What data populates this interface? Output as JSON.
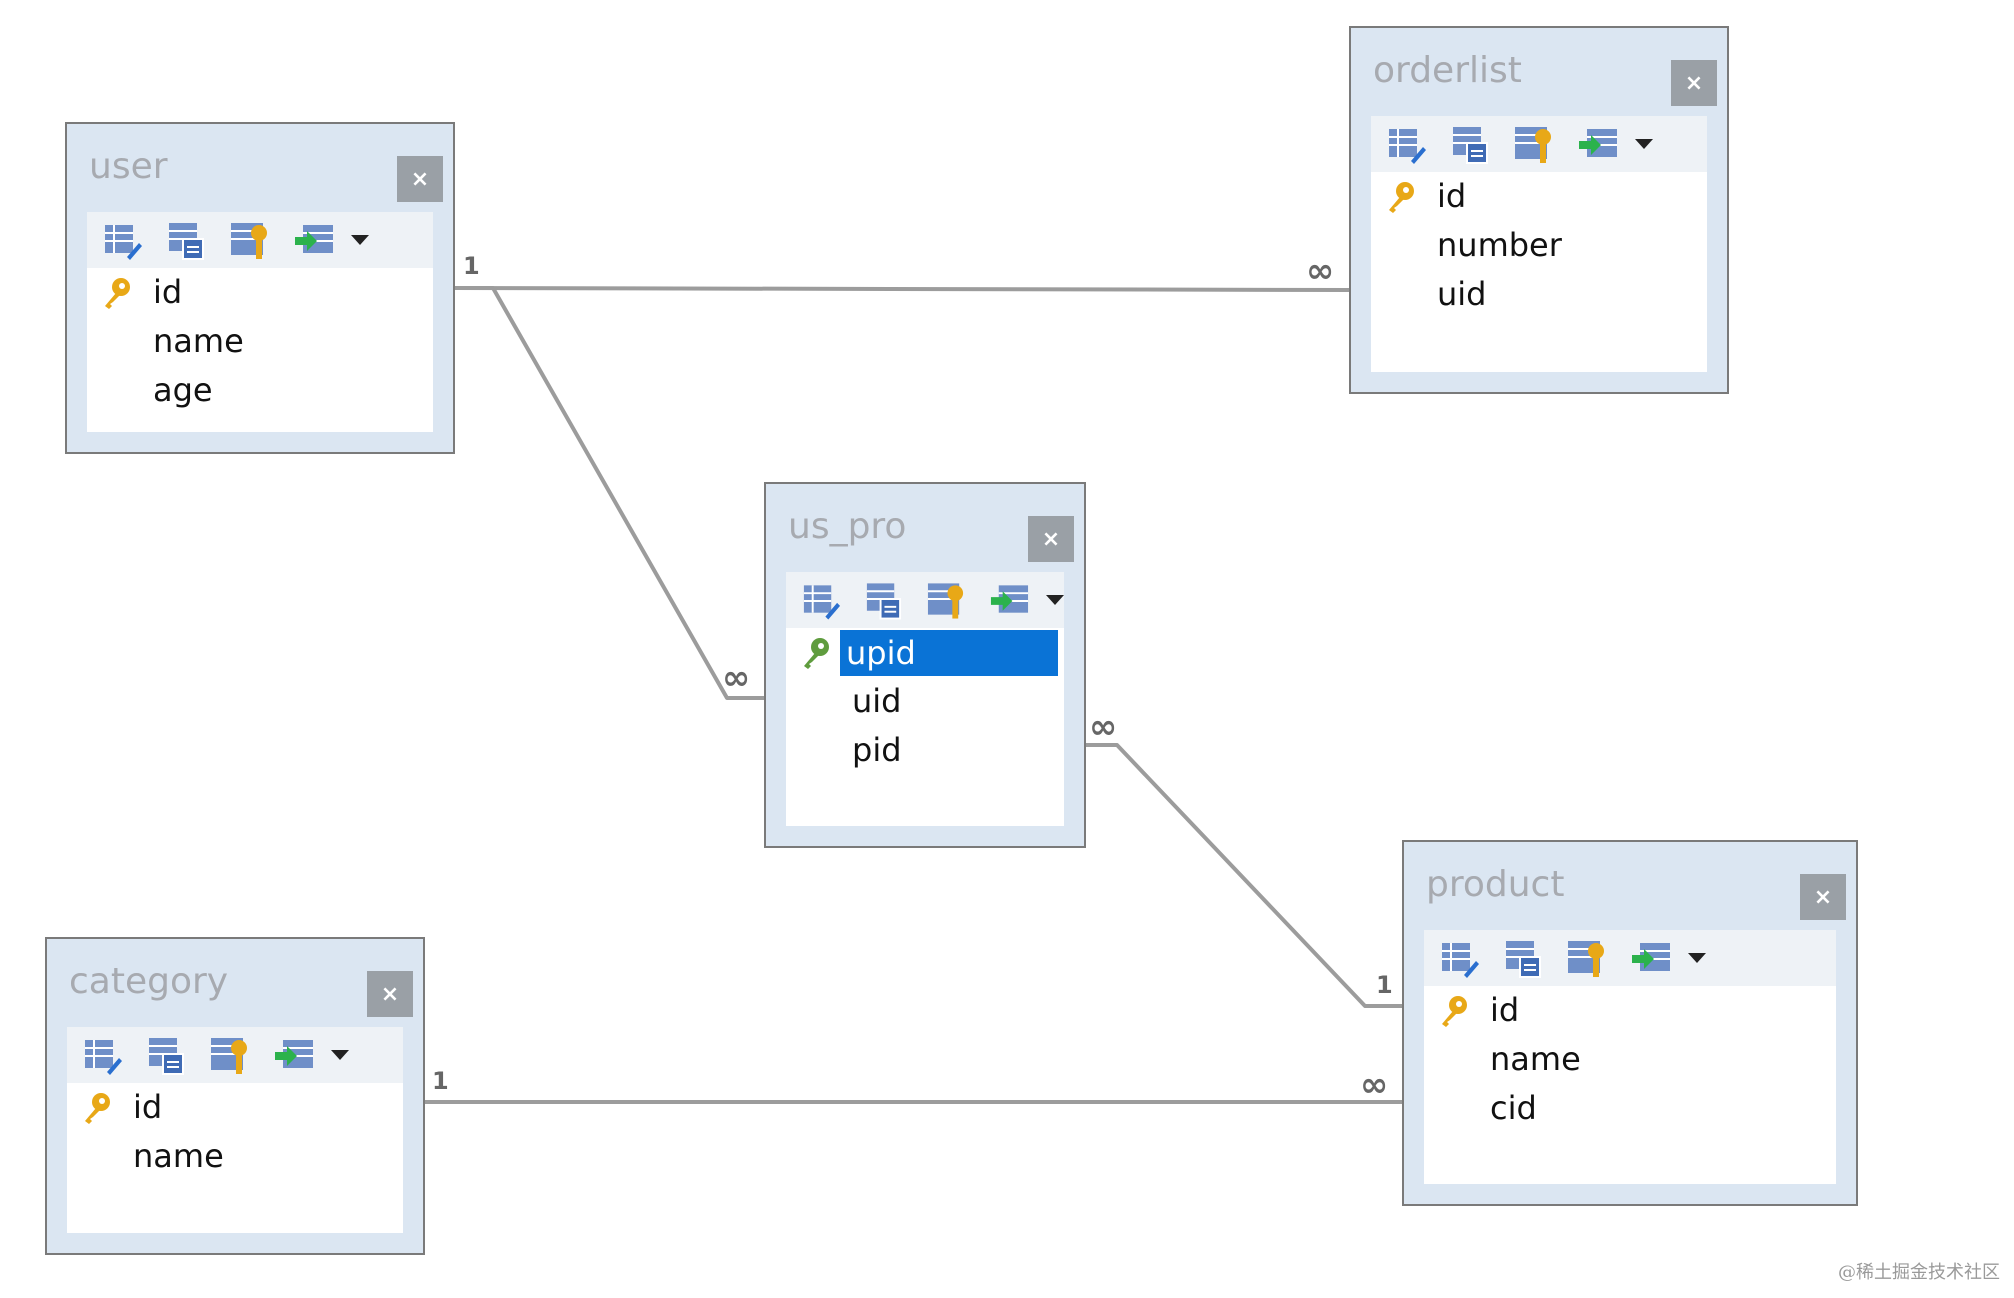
{
  "diagram": {
    "tables": [
      {
        "id": "user",
        "title": "user",
        "close_label": "×",
        "fields": [
          {
            "name": "id",
            "pk": true
          },
          {
            "name": "name",
            "pk": false
          },
          {
            "name": "age",
            "pk": false
          }
        ]
      },
      {
        "id": "orderlist",
        "title": "orderlist",
        "close_label": "×",
        "fields": [
          {
            "name": "id",
            "pk": true
          },
          {
            "name": "number",
            "pk": false
          },
          {
            "name": "uid",
            "pk": false
          }
        ]
      },
      {
        "id": "us_pro",
        "title": "us_pro",
        "close_label": "×",
        "fields": [
          {
            "name": "upid",
            "pk": true,
            "selected": true
          },
          {
            "name": "uid",
            "pk": false
          },
          {
            "name": "pid",
            "pk": false
          }
        ]
      },
      {
        "id": "category",
        "title": "category",
        "close_label": "×",
        "fields": [
          {
            "name": "id",
            "pk": true
          },
          {
            "name": "name",
            "pk": false
          }
        ]
      },
      {
        "id": "product",
        "title": "product",
        "close_label": "×",
        "fields": [
          {
            "name": "id",
            "pk": true
          },
          {
            "name": "name",
            "pk": false
          },
          {
            "name": "cid",
            "pk": false
          }
        ]
      }
    ],
    "relations": [
      {
        "from": "user",
        "to": "orderlist",
        "from_card": "1",
        "to_card": "∞"
      },
      {
        "from": "user",
        "to": "us_pro",
        "from_card": "1",
        "to_card": "∞"
      },
      {
        "from": "us_pro",
        "to": "product",
        "from_card": "∞",
        "to_card": "1"
      },
      {
        "from": "category",
        "to": "product",
        "from_card": "1",
        "to_card": "∞"
      }
    ],
    "toolbar_icons": [
      "table-edit-icon",
      "table-list-icon",
      "table-key-icon",
      "table-import-icon",
      "dropdown-arrow-icon"
    ],
    "colors": {
      "frame": "#dbe6f2",
      "border": "#7a7a7a",
      "title": "#a7aab0",
      "close_bg": "#9aa0a6",
      "selection": "#0a73d6",
      "link": "#999999",
      "key_gold": "#e8a817",
      "key_green": "#5f9c3e"
    },
    "watermark": "@稀土掘金技术社区"
  }
}
